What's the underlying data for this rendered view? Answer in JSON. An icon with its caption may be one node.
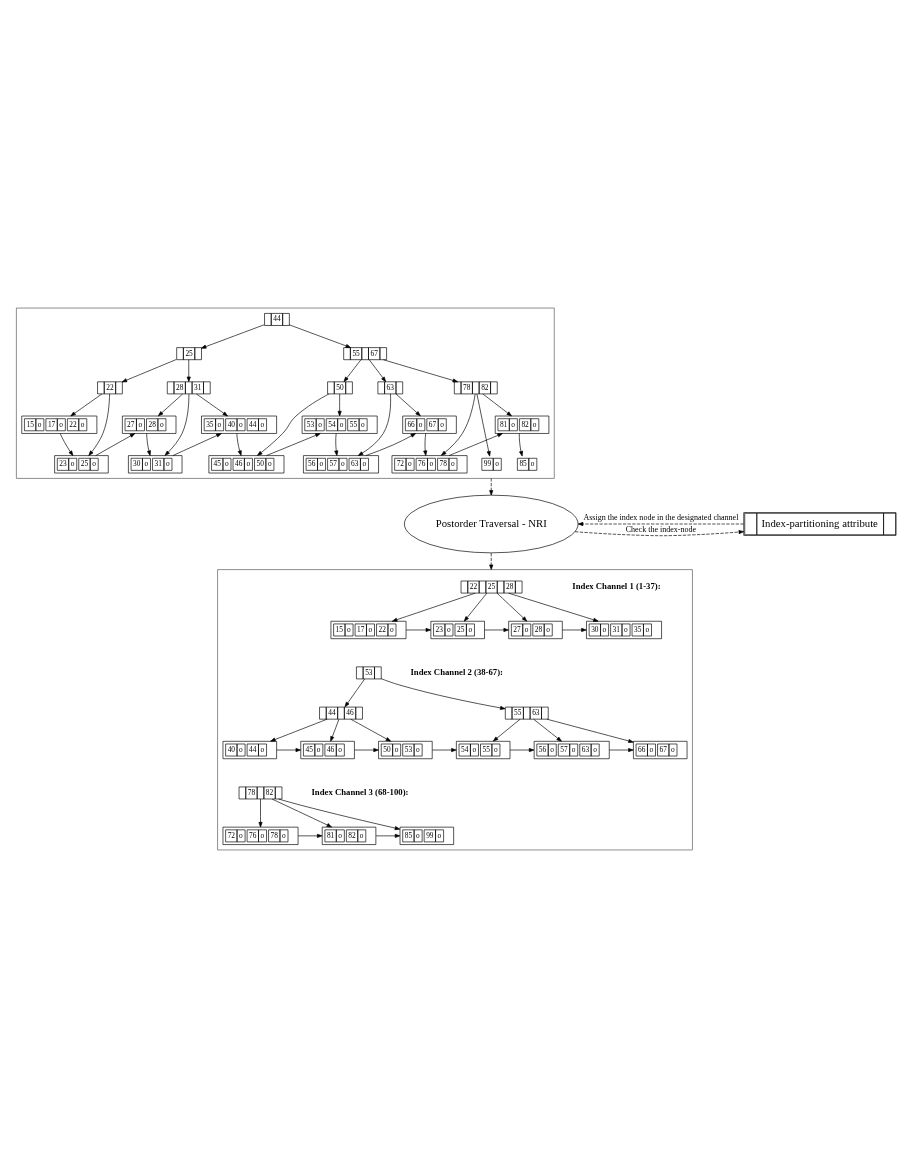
{
  "diagram": {
    "nodes": [
      {
        "text": [],
        "shape": "box"
      },
      {
        "text": [
          "44"
        ],
        "in": 0
      },
      {
        "text": [
          "25"
        ],
        "in": 0
      },
      {
        "text": [
          "55",
          "67"
        ],
        "in": 0
      },
      {
        "text": [
          "22"
        ],
        "in": 0
      },
      {
        "text": [
          "28",
          "31"
        ],
        "in": 0
      },
      {
        "text": [
          "50"
        ],
        "in": 0
      },
      {
        "text": [
          "63"
        ],
        "in": 0
      },
      {
        "text": [
          "78",
          "82"
        ],
        "in": 0
      },
      {
        "text": [
          "15",
          "o",
          "17",
          "o",
          "22",
          "o"
        ],
        "in": 0
      },
      {
        "text": [
          "27",
          "o",
          "28",
          "o"
        ],
        "in": 0
      },
      {
        "text": [
          "35",
          "o",
          "40",
          "o",
          "44",
          "o"
        ],
        "in": 0
      },
      {
        "text": [
          "53",
          "o",
          "54",
          "o",
          "55",
          "o"
        ],
        "in": 0
      },
      {
        "text": [
          "66",
          "o",
          "67",
          "o"
        ],
        "in": 0
      },
      {
        "text": [
          "81",
          "o",
          "82",
          "o"
        ],
        "in": 0
      },
      {
        "text": [
          "23",
          "o",
          "25",
          "o"
        ],
        "in": 0
      },
      {
        "text": [
          "30",
          "o",
          "31",
          "o"
        ],
        "in": 0
      },
      {
        "text": [
          "45",
          "o",
          "46",
          "o",
          "50",
          "o"
        ],
        "in": 0
      },
      {
        "text": [
          "56",
          "o",
          "57",
          "o",
          "63",
          "o"
        ],
        "in": 0
      },
      {
        "text": [
          "72",
          "o",
          "76",
          "o",
          "78",
          "o"
        ],
        "in": 0
      },
      {
        "text": [
          "85",
          "o"
        ],
        "in": 0
      },
      {
        "text": [
          "99",
          "o"
        ],
        "in": 0
      },
      {
        "text": [
          "Postorder Traversal - NRI"
        ]
      },
      {
        "text": [
          "Index-partitioning attribute"
        ]
      },
      {
        "text": [],
        "shape": "box"
      },
      {
        "text": [
          "22",
          "25",
          "28"
        ],
        "in": 24
      },
      {
        "text": [
          "15",
          "o",
          "17",
          "o",
          "22",
          "o"
        ],
        "in": 24
      },
      {
        "text": [
          "23",
          "o",
          "25",
          "o"
        ],
        "in": 24
      },
      {
        "text": [
          "27",
          "o",
          "28",
          "o"
        ],
        "in": 24
      },
      {
        "text": [
          "30",
          "o",
          "31",
          "o",
          "35",
          "o"
        ],
        "in": 24
      },
      {
        "text": [
          "53"
        ],
        "in": 24
      },
      {
        "text": [
          "44",
          "46"
        ],
        "in": 24
      },
      {
        "text": [
          "55",
          "63"
        ],
        "in": 24
      },
      {
        "text": [
          "40",
          "o",
          "44",
          "o"
        ],
        "in": 24
      },
      {
        "text": [
          "45",
          "o",
          "46",
          "o"
        ],
        "in": 24
      },
      {
        "text": [
          "50",
          "o",
          "53",
          "o"
        ],
        "in": 24
      },
      {
        "text": [
          "54",
          "o",
          "55",
          "o"
        ],
        "in": 24
      },
      {
        "text": [
          "56",
          "o",
          "57",
          "o",
          "63",
          "o"
        ],
        "in": 24
      },
      {
        "text": [
          "66",
          "o",
          "67",
          "o"
        ],
        "in": 24
      },
      {
        "text": [
          "78",
          "82"
        ],
        "in": 24
      },
      {
        "text": [
          "72",
          "o",
          "76",
          "o",
          "78",
          "o"
        ],
        "in": 24
      },
      {
        "text": [
          "81",
          "o",
          "82",
          "o"
        ],
        "in": 24
      },
      {
        "text": [
          "85",
          "o",
          "99",
          "o"
        ],
        "in": 24
      }
    ],
    "edges": [
      {
        "from": 1,
        "to": 2,
        "arrow": "to"
      },
      {
        "from": 1,
        "to": 3,
        "arrow": "to"
      },
      {
        "from": 2,
        "to": 4,
        "arrow": "to"
      },
      {
        "from": 2,
        "to": 5,
        "arrow": "to"
      },
      {
        "from": 3,
        "to": 6,
        "arrow": "to"
      },
      {
        "from": 3,
        "to": 7,
        "arrow": "to"
      },
      {
        "from": 3,
        "to": 8,
        "arrow": "to"
      },
      {
        "from": 4,
        "to": 9,
        "arrow": "to"
      },
      {
        "from": 4,
        "to": 15,
        "arrow": "to"
      },
      {
        "from": 5,
        "to": 10,
        "arrow": "to"
      },
      {
        "from": 5,
        "to": 16,
        "arrow": "to"
      },
      {
        "from": 5,
        "to": 11,
        "arrow": "to"
      },
      {
        "from": 6,
        "to": 17,
        "arrow": "to"
      },
      {
        "from": 6,
        "to": 12,
        "arrow": "to"
      },
      {
        "from": 7,
        "to": 18,
        "arrow": "to"
      },
      {
        "from": 7,
        "to": 13,
        "arrow": "to"
      },
      {
        "from": 8,
        "to": 19,
        "arrow": "to"
      },
      {
        "from": 8,
        "to": 14,
        "arrow": "to"
      },
      {
        "from": 8,
        "to": 21,
        "arrow": "to"
      },
      {
        "from": 9,
        "to": 15,
        "arrow": "to"
      },
      {
        "from": 15,
        "to": 10,
        "arrow": "to"
      },
      {
        "from": 10,
        "to": 16,
        "arrow": "to"
      },
      {
        "from": 16,
        "to": 11,
        "arrow": "to"
      },
      {
        "from": 11,
        "to": 17,
        "arrow": "to"
      },
      {
        "from": 17,
        "to": 12,
        "arrow": "to"
      },
      {
        "from": 12,
        "to": 18,
        "arrow": "to"
      },
      {
        "from": 18,
        "to": 13,
        "arrow": "to"
      },
      {
        "from": 13,
        "to": 19,
        "arrow": "to"
      },
      {
        "from": 19,
        "to": 14,
        "arrow": "to"
      },
      {
        "from": 14,
        "to": 20,
        "arrow": "to"
      },
      {
        "from": 0,
        "to": 22,
        "arrow": "to",
        "style": "dashed"
      },
      {
        "from": 22,
        "to": 23,
        "arrow": "to",
        "style": "dashed",
        "label": "Check the index-node"
      },
      {
        "from": 23,
        "to": 22,
        "arrow": "to",
        "style": "dashed",
        "label": "Assign the index node in the designated channel"
      },
      {
        "from": 22,
        "to": 24,
        "arrow": "to",
        "style": "dashed"
      },
      {
        "from": 25,
        "to": 26,
        "arrow": "to"
      },
      {
        "from": 25,
        "to": 27,
        "arrow": "to"
      },
      {
        "from": 25,
        "to": 28,
        "arrow": "to"
      },
      {
        "from": 25,
        "to": 29,
        "arrow": "to"
      },
      {
        "from": 26,
        "to": 27,
        "arrow": "to"
      },
      {
        "from": 27,
        "to": 28,
        "arrow": "to"
      },
      {
        "from": 28,
        "to": 29,
        "arrow": "to"
      },
      {
        "from": 30,
        "to": 31,
        "arrow": "to"
      },
      {
        "from": 30,
        "to": 32,
        "arrow": "to"
      },
      {
        "from": 31,
        "to": 33,
        "arrow": "to"
      },
      {
        "from": 31,
        "to": 34,
        "arrow": "to"
      },
      {
        "from": 31,
        "to": 35,
        "arrow": "to"
      },
      {
        "from": 32,
        "to": 36,
        "arrow": "to"
      },
      {
        "from": 32,
        "to": 37,
        "arrow": "to"
      },
      {
        "from": 32,
        "to": 38,
        "arrow": "to"
      },
      {
        "from": 33,
        "to": 34,
        "arrow": "to"
      },
      {
        "from": 34,
        "to": 35,
        "arrow": "to"
      },
      {
        "from": 35,
        "to": 36,
        "arrow": "to"
      },
      {
        "from": 36,
        "to": 37,
        "arrow": "to"
      },
      {
        "from": 37,
        "to": 38,
        "arrow": "to"
      },
      {
        "from": 39,
        "to": 40,
        "arrow": "to"
      },
      {
        "from": 39,
        "to": 41,
        "arrow": "to"
      },
      {
        "from": 39,
        "to": 42,
        "arrow": "to"
      },
      {
        "from": 40,
        "to": 41,
        "arrow": "to"
      },
      {
        "from": 41,
        "to": 42,
        "arrow": "to"
      }
    ],
    "labels": [
      "Index Channel 1 (1-37):",
      "Index Channel 2 (38-67):",
      "Index Channel 3 (68-100):"
    ]
  }
}
